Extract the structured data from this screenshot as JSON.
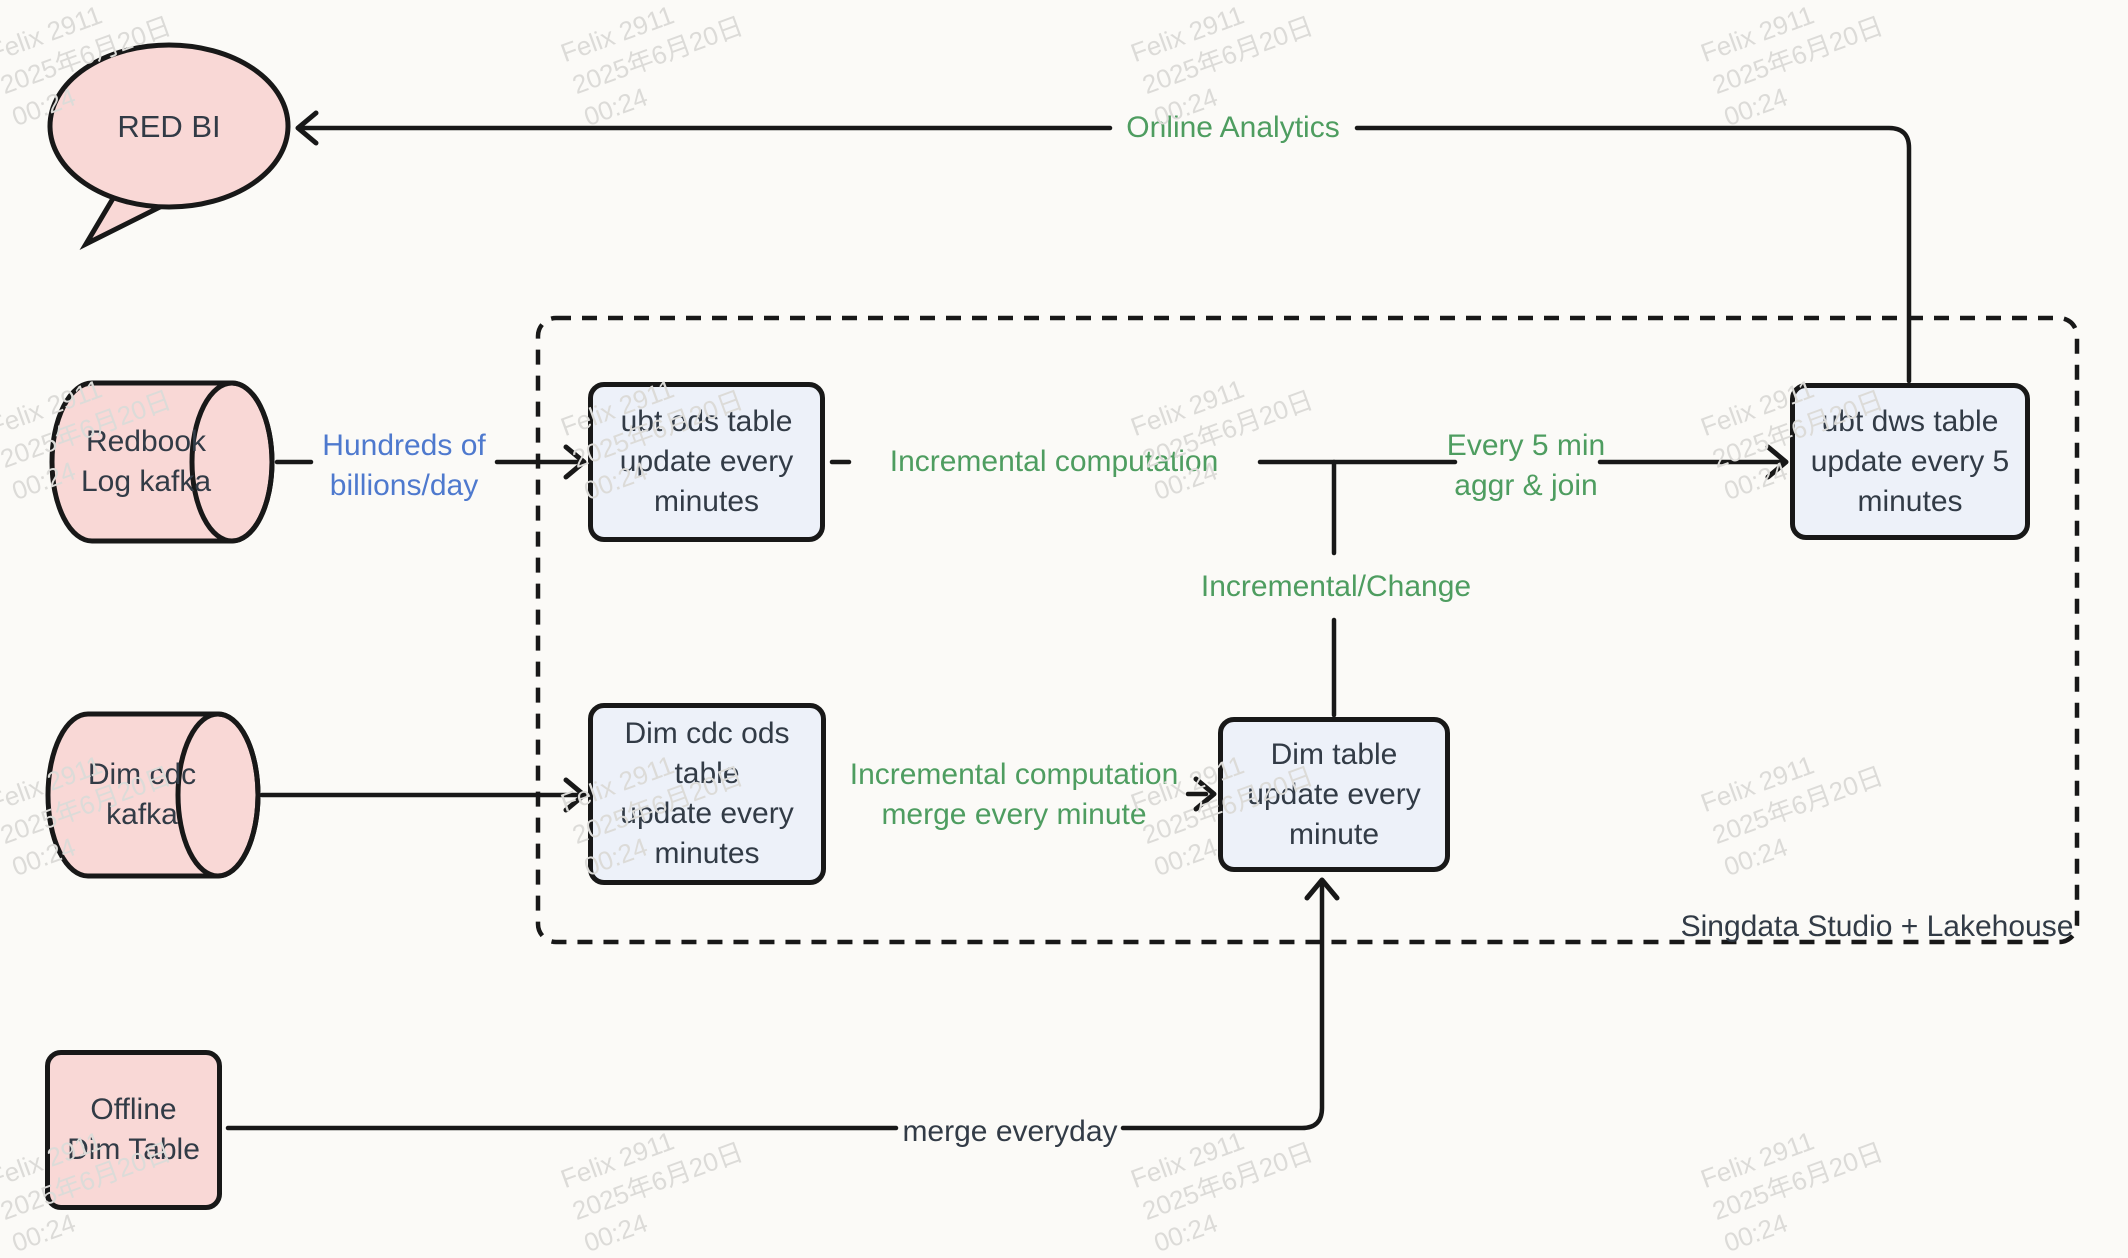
{
  "colors": {
    "bg": "#fbfaf7",
    "stroke": "#181818",
    "text_dark": "#323b46",
    "accent_green": "#4e9d60",
    "accent_blue": "#4e79ce",
    "source_fill": "#f9d8d6",
    "node_fill": "#edf1f9",
    "watermark": "#dcdbd8"
  },
  "watermark": {
    "lines": [
      "Felix 2911",
      "2025年6月20日",
      "00:24"
    ]
  },
  "container": {
    "label": "Singdata Studio + Lakehouse"
  },
  "nodes": {
    "red_bi": {
      "label": "RED BI"
    },
    "redbook_kafka": {
      "line1": "Redbook",
      "line2": "Log kafka"
    },
    "dim_cdc_kafka": {
      "line1": "Dim cdc",
      "line2": "kafka"
    },
    "offline_dim_table": {
      "line1": "Offline",
      "line2": "Dim Table"
    },
    "ubt_ods": {
      "lines": [
        "ubt ods table",
        "update every",
        "minutes"
      ]
    },
    "dim_cdc_ods": {
      "lines": [
        "Dim cdc ods",
        "table",
        "update every",
        "minutes"
      ]
    },
    "dim_table": {
      "lines": [
        "Dim table",
        "update every",
        "minute"
      ]
    },
    "ubt_dws": {
      "lines": [
        "ubt dws table",
        "update every 5",
        "minutes"
      ]
    }
  },
  "edges": {
    "online_analytics": {
      "label": "Online Analytics"
    },
    "hundreds": {
      "line1": "Hundreds of",
      "line2": "billions/day"
    },
    "incremental_computation": {
      "label": "Incremental computation"
    },
    "every_5_min": {
      "line1": "Every 5 min",
      "line2": "aggr & join"
    },
    "incremental_change": {
      "label": "Incremental/Change"
    },
    "incremental_merge": {
      "line1": "Incremental computation",
      "line2": "merge every minute"
    },
    "merge_everyday": {
      "label": "merge everyday"
    }
  }
}
